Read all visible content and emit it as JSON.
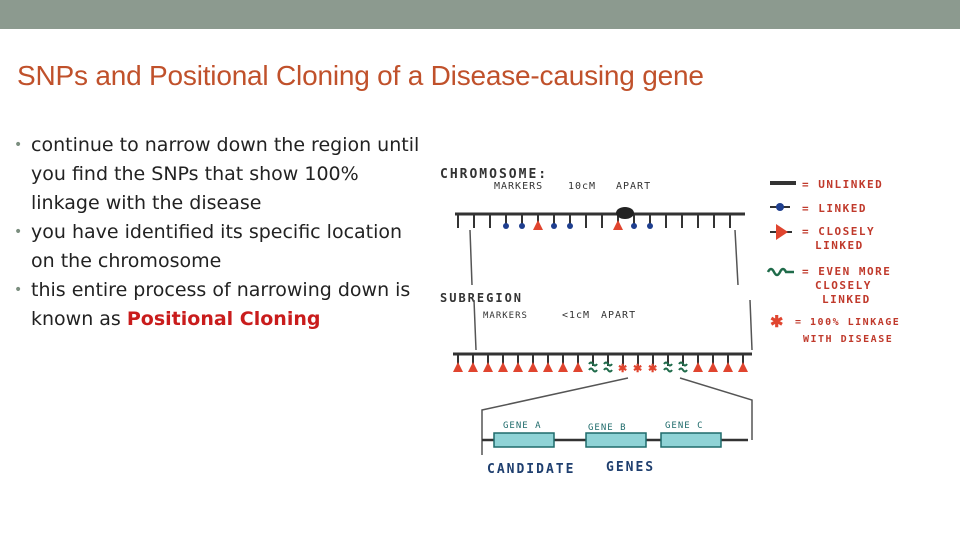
{
  "slide": {
    "title": "SNPs and Positional Cloning of a Disease-causing gene",
    "bullets": [
      {
        "text": "continue to narrow down the region until you find the SNPs that show 100% linkage with the disease"
      },
      {
        "text": "you have identified its specific location on the chromosome"
      },
      {
        "text_before": "this entire process of narrowing down is known as ",
        "highlight": "Positional Cloning"
      }
    ]
  },
  "diagram": {
    "chromosome_label": "CHROMOSOME:",
    "chromosome_markers": "MARKERS",
    "chromosome_spacing": "10cM",
    "chromosome_apart": "APART",
    "subregion_label": "SUBREGION",
    "subregion_markers": "MARKERS",
    "subregion_spacing": "<1cM",
    "subregion_apart": "APART",
    "genes": [
      "GENE A",
      "GENE B",
      "GENE C"
    ],
    "candidate": "CANDIDATE",
    "genes_word": "GENES",
    "legend": [
      {
        "symbol": "bar",
        "label": "= UNLINKED",
        "color": "#333333"
      },
      {
        "symbol": "dot",
        "label": "= LINKED",
        "color": "#1f3f8f"
      },
      {
        "symbol": "flag",
        "label_lines": [
          "= CLOSELY",
          "LINKED"
        ],
        "color": "#e0452f"
      },
      {
        "symbol": "squiggle",
        "label_lines": [
          "= EVEN MORE",
          "CLOSELY",
          "LINKED"
        ],
        "color": "#1f6b4a"
      },
      {
        "symbol": "star",
        "label_lines": [
          "= 100% LINKAGE",
          "WITH DISEASE"
        ],
        "color": "#e0452f"
      }
    ],
    "colors": {
      "ink": "#333333",
      "blue": "#1f3f8f",
      "red": "#e0452f",
      "green": "#1f6b4a",
      "gene_fill": "#8fd3d6"
    }
  }
}
